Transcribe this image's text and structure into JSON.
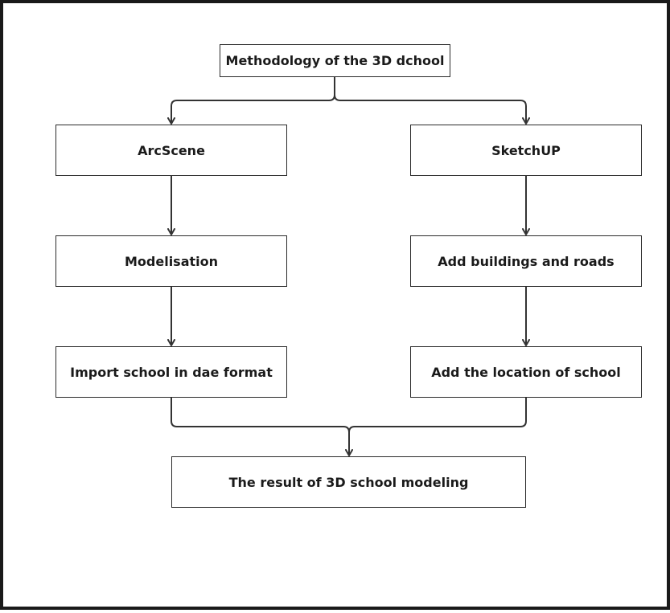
{
  "diagram": {
    "title_box": "Methodology of the 3D dchool",
    "left_branch": {
      "step1": "ArcScene",
      "step2": "Modelisation",
      "step3": "Import school in dae format"
    },
    "right_branch": {
      "step1": "SketchUP",
      "step2": "Add buildings and roads",
      "step3": "Add the location of school"
    },
    "result": "The result of 3D school modeling",
    "colors": {
      "line": "#333333",
      "box_border": "#2b2b2b",
      "frame_border": "#1a1a1a"
    }
  }
}
